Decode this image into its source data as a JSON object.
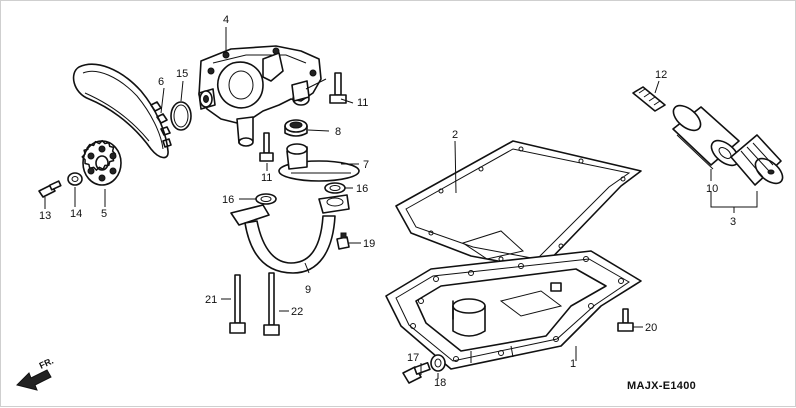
{
  "diagram_code": "MAJX-E1400",
  "direction_label": "FR.",
  "callouts": {
    "c1": "1",
    "c2": "2",
    "c3": "3",
    "c4": "4",
    "c5": "5",
    "c6": "6",
    "c7": "7",
    "c8": "8",
    "c9": "9",
    "c10": "10",
    "c11a": "11",
    "c11b": "11",
    "c12": "12",
    "c13": "13",
    "c14": "14",
    "c15": "15",
    "c16a": "16",
    "c16b": "16",
    "c17": "17",
    "c18": "18",
    "c19": "19",
    "c20": "20",
    "c21": "21",
    "c22": "22"
  }
}
